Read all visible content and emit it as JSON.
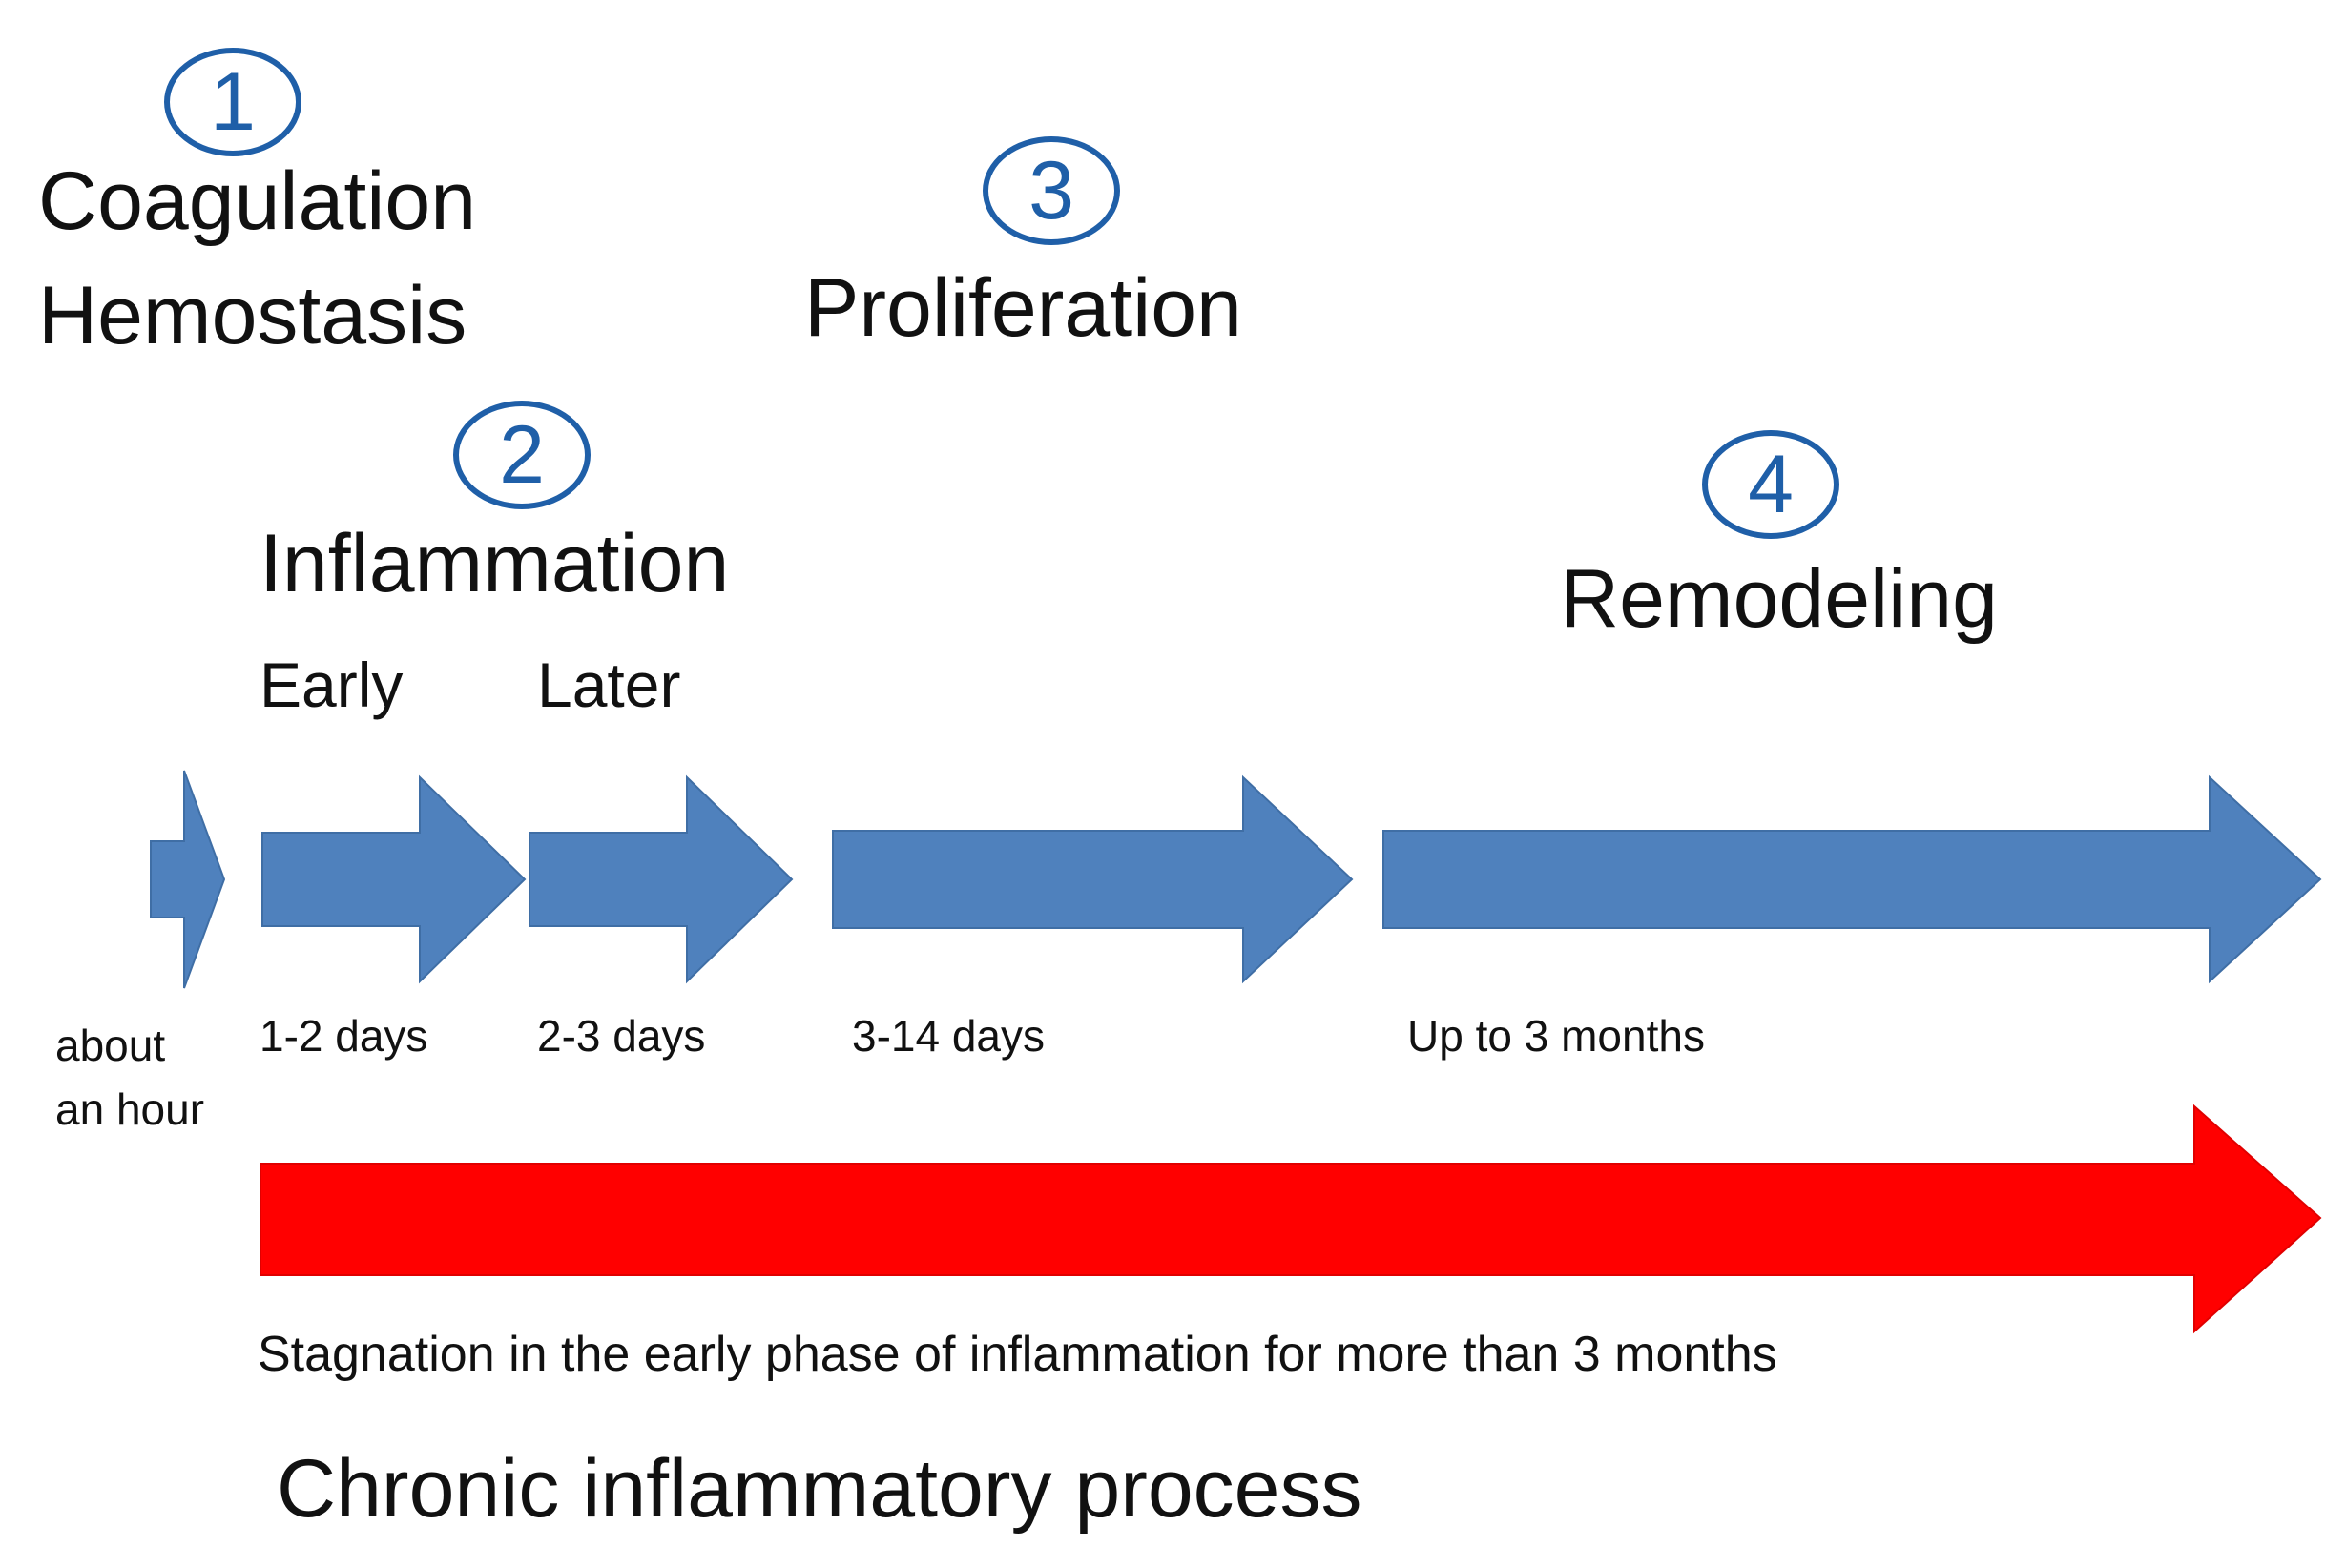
{
  "colors": {
    "blue_arrow": "#4f81bd",
    "red_arrow": "#ff0000",
    "circle_number": "#1f5fa8",
    "text": "#111111"
  },
  "phases": [
    {
      "number": "1",
      "lines": [
        "Coagulation",
        "Hemostasis"
      ]
    },
    {
      "number": "2",
      "lines": [
        "Inflammation"
      ],
      "sub_labels": [
        "Early",
        "Later"
      ]
    },
    {
      "number": "3",
      "lines": [
        "Proliferation"
      ]
    },
    {
      "number": "4",
      "lines": [
        "Remodeling"
      ]
    }
  ],
  "durations": [
    "about\nan hour",
    "1-2 days",
    "2-3 days",
    "3-14 days",
    "Up to 3 months"
  ],
  "chronic": {
    "note": "Stagnation in the early phase of inflammation for more than 3 months",
    "title": "Chronic inflammatory process"
  }
}
